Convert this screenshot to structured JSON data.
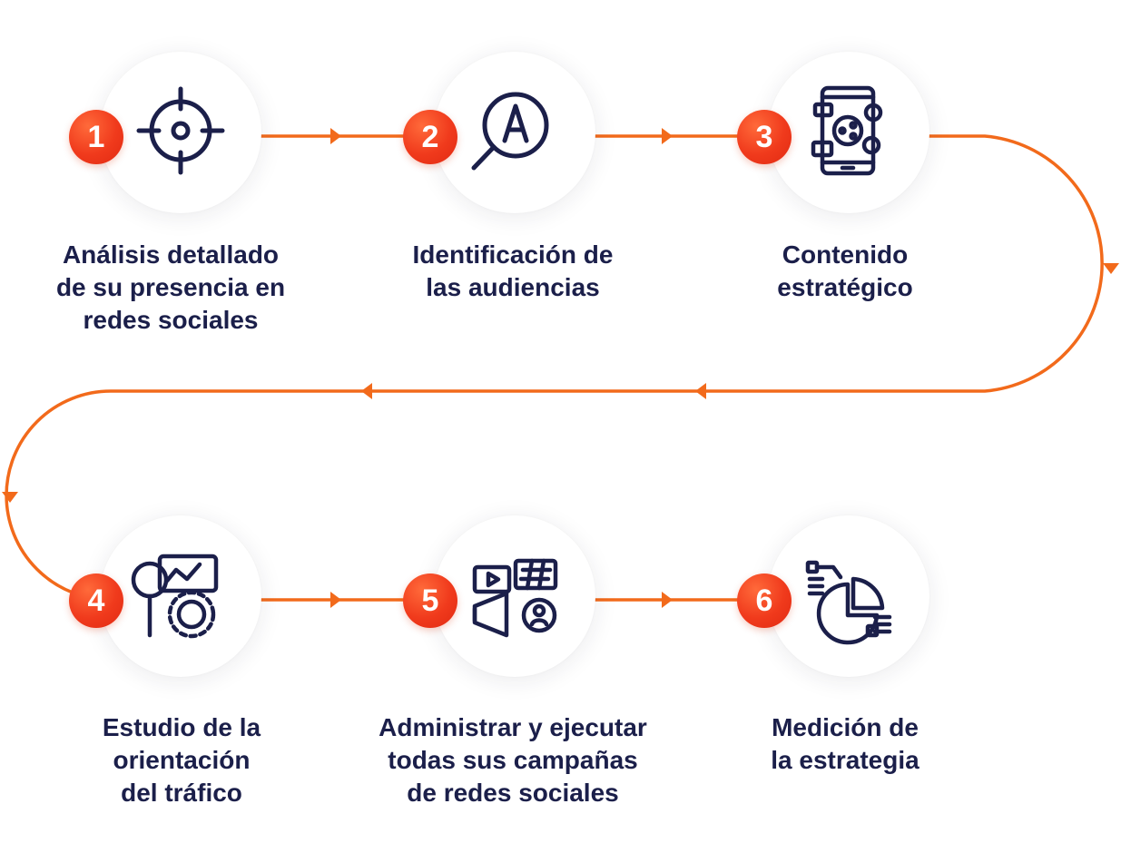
{
  "colors": {
    "accent": "#F26A1B",
    "badge": "#F03A1C",
    "text": "#1B1F4A",
    "icon_stroke": "#1B1F4A"
  },
  "steps": [
    {
      "number": "1",
      "label": "Análisis detallado\nde su presencia en\nredes sociales",
      "icon": "target-crosshair-icon"
    },
    {
      "number": "2",
      "label": "Identificación de\nlas audiencias",
      "icon": "magnifier-at-sign-icon"
    },
    {
      "number": "3",
      "label": "Contenido\nestratégico",
      "icon": "smartphone-share-icon"
    },
    {
      "number": "4",
      "label": "Estudio de la\norientación\ndel tráfico",
      "icon": "analytics-magnifier-gear-icon"
    },
    {
      "number": "5",
      "label": "Administrar y ejecutar\ntodas sus campañas\nde redes sociales",
      "icon": "megaphone-hashtag-video-icon"
    },
    {
      "number": "6",
      "label": "Medición de\nla estrategia",
      "icon": "pie-chart-list-icon"
    }
  ]
}
